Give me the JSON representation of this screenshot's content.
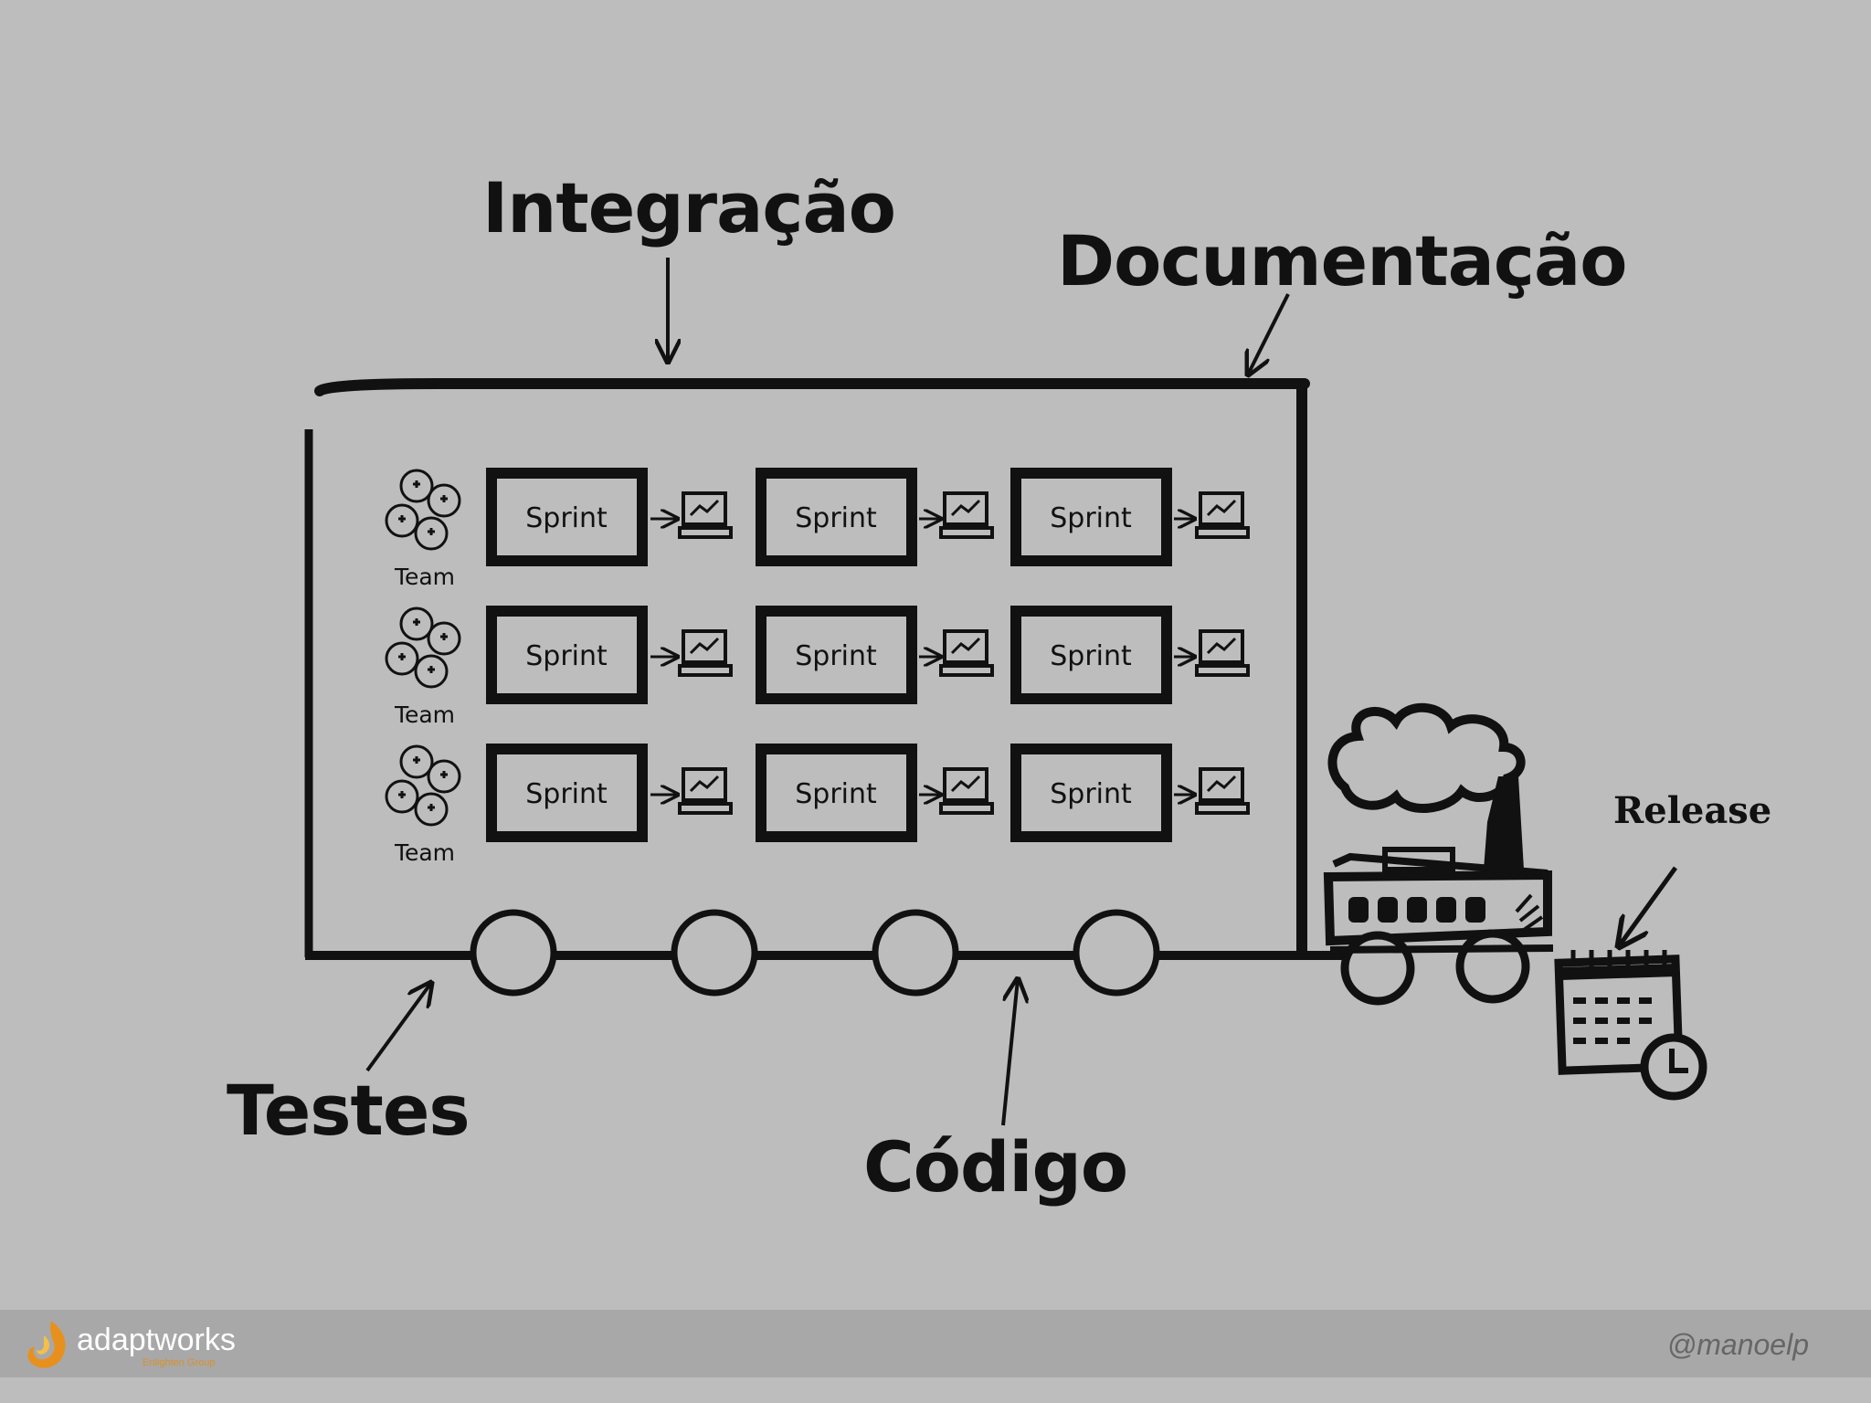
{
  "labels": {
    "integracao": "Integração",
    "documentacao": "Documentação",
    "testes": "Testes",
    "codigo": "Código",
    "release": "Release"
  },
  "grid": {
    "rows": [
      {
        "team": "Team",
        "sprints": [
          "Sprint",
          "Sprint",
          "Sprint"
        ]
      },
      {
        "team": "Team",
        "sprints": [
          "Sprint",
          "Sprint",
          "Sprint"
        ]
      },
      {
        "team": "Team",
        "sprints": [
          "Sprint",
          "Sprint",
          "Sprint"
        ]
      }
    ]
  },
  "icons": {
    "team": "team-heads-icon",
    "result": "laptop-chart-icon",
    "factory": "factory-smoke-icon",
    "calendar": "calendar-clock-icon",
    "logo": "flame-logo-icon"
  },
  "footer": {
    "brand": "adaptworks",
    "brand_sub": "Enlighten Group",
    "handle": "@manoelp"
  },
  "colors": {
    "background": "#bdbdbd",
    "footer": "#a8a8a8",
    "ink": "#111111",
    "logo_orange": "#e8901e"
  }
}
